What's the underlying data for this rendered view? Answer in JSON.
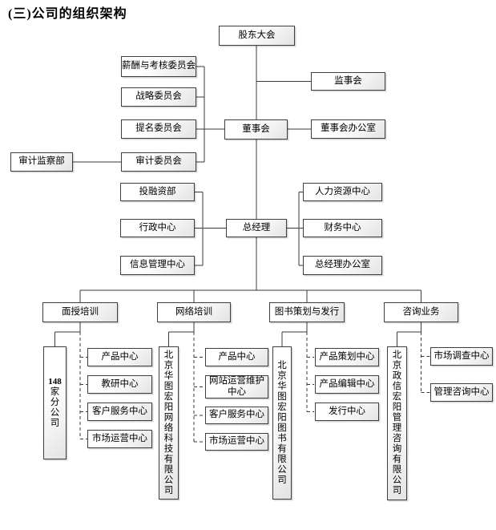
{
  "title": "(三)公司的组织架构",
  "colors": {
    "box_border": "#3f3f3f",
    "box_fill_top": "#ffffff",
    "box_fill_bottom": "#e3e3e3",
    "line": "#3a3a3a",
    "text": "#000000",
    "background": "#ffffff"
  },
  "top": {
    "shareholders": "股东大会",
    "supervisors": "监事会",
    "board": "董事会",
    "board_office": "董事会办公室",
    "committees": [
      "薪酬与考核委员会",
      "战略委员会",
      "提名委员会",
      "审计委员会"
    ],
    "audit_dept": "审计监察部",
    "general_manager": "总经理",
    "gm_left": [
      "投融资部",
      "行政中心",
      "信息管理中心"
    ],
    "gm_right": [
      "人力资源中心",
      "财务中心",
      "总经理办公室"
    ]
  },
  "branches": [
    {
      "header": "面授培训",
      "company_line1": "148",
      "company_rest": "家分公司",
      "units": [
        "产品中心",
        "教研中心",
        "客户服务中心",
        "市场运营中心"
      ]
    },
    {
      "header": "网络培训",
      "company": "北京华图宏阳网络科技有限公司",
      "units": [
        "产品中心",
        "网站运营维护中心",
        "客户服务中心",
        "市场运营中心"
      ]
    },
    {
      "header": "图书策划与发行",
      "company": "北京华图宏阳图书有限公司",
      "units": [
        "产品策划中心",
        "产品编辑中心",
        "发行中心"
      ]
    },
    {
      "header": "咨询业务",
      "company": "北京政信宏阳管理咨询有限公司",
      "units": [
        "市场调查中心",
        "管理咨询中心"
      ]
    }
  ]
}
